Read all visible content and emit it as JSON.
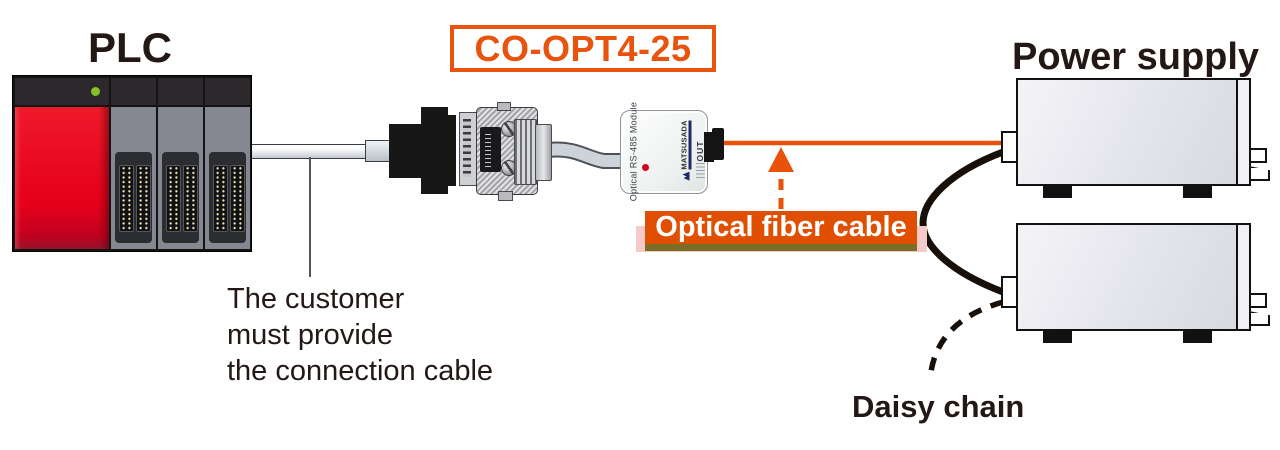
{
  "diagram_title_hint": "PLC to power supply optical RS-485 connection diagram",
  "plc": {
    "title": "PLC"
  },
  "converter": {
    "model": "CO-OPT4-25"
  },
  "optical_module": {
    "side_label": "Optical RS-485 Module",
    "brand": "MATSUSADA",
    "port_label": "OUT"
  },
  "fiber": {
    "label": "Optical fiber cable"
  },
  "power_supply": {
    "title": "Power supply"
  },
  "daisy_chain": {
    "label": "Daisy chain"
  },
  "note": {
    "lines": [
      "The customer",
      "must provide",
      "the connection cable"
    ]
  },
  "colors": {
    "accent_orange": "#e8530e",
    "fiber_orange": "#e8520a",
    "fiber_label_bg": "#e04f00",
    "highlight_pink": "#f4cbc9",
    "shadow_olive": "#7b6c26",
    "plc_red": "#e50019",
    "led_green": "#83c127",
    "text_black": "#231815"
  }
}
